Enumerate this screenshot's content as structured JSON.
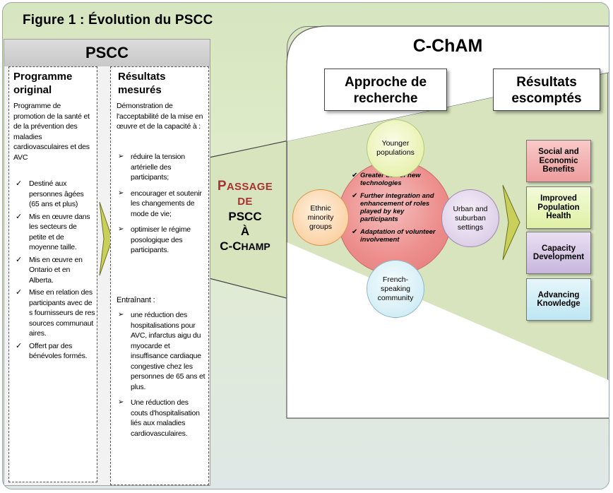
{
  "figure_title": "Figure 1 : Évolution du PSCC",
  "pscc": {
    "title": "PSCC",
    "original": {
      "heading_1": "Programme",
      "heading_2": "original",
      "description": "Programme de promotion de la santé et de la prévention des maladies cardiovasculaires et des AVC",
      "items": [
        "Destiné aux personnes âgées (65 ans et plus)",
        "Mis en œuvre dans les secteurs de petite et de moyenne taille.",
        "Mis en œuvre en Ontario et en Alberta.",
        "Mise en relation des participants avec des fournisseurs de ressources communautaires.",
        "Offert par des bénévoles formés."
      ]
    },
    "resultats": {
      "heading_1": "Résultats",
      "heading_2": "mesurés",
      "description": "Démonstration de l'acceptabilité de la mise en œuvre et de la capacité à :",
      "items": [
        "réduire la tension artérielle des participants;",
        "encourager et soutenir les changements de mode de vie;",
        "optimiser le régime posologique des participants."
      ],
      "entrainant": "Entraînant :",
      "consequences": [
        "une réduction des hospitalisations pour AVC, infarctus aigu du myocarde et insuffisance cardiaque congestive chez les personnes de 65 ans et plus.",
        "Une réduction des couts d'hospitalisation liés aux maladies cardiovasculaires."
      ]
    }
  },
  "passage": {
    "line1_cap": "P",
    "line1_rest": "ASSAGE",
    "line2": "DE",
    "line3": "PSCC",
    "line4": "À",
    "line5_a": "C-C",
    "line5_b": "HAMP"
  },
  "cham": {
    "title": "C-ChAM",
    "approche": "Approche de recherche",
    "resultats": "Résultats escomptés",
    "center_items": [
      "Greater use of new technologies",
      "Further integration and enhancement of roles played by key participants",
      "Adaptation of volunteer involvement"
    ],
    "circle_top": "Younger populations",
    "circle_left": "Ethnic minority groups",
    "circle_right": "Urban and suburban settings",
    "circle_bottom": "French-speaking community",
    "outcomes": [
      "Social and Economic Benefits",
      "Improved Population Health",
      "Capacity Development",
      "Advancing Knowledge"
    ]
  },
  "colors": {
    "outcome_social": "#ef9d9d",
    "outcome_health": "#dff0a5",
    "outcome_capacity": "#c8b6dd",
    "outcome_knowledge": "#bee6f3",
    "passage_red": "#a83232",
    "chevron_olive": "#c9cf58"
  }
}
